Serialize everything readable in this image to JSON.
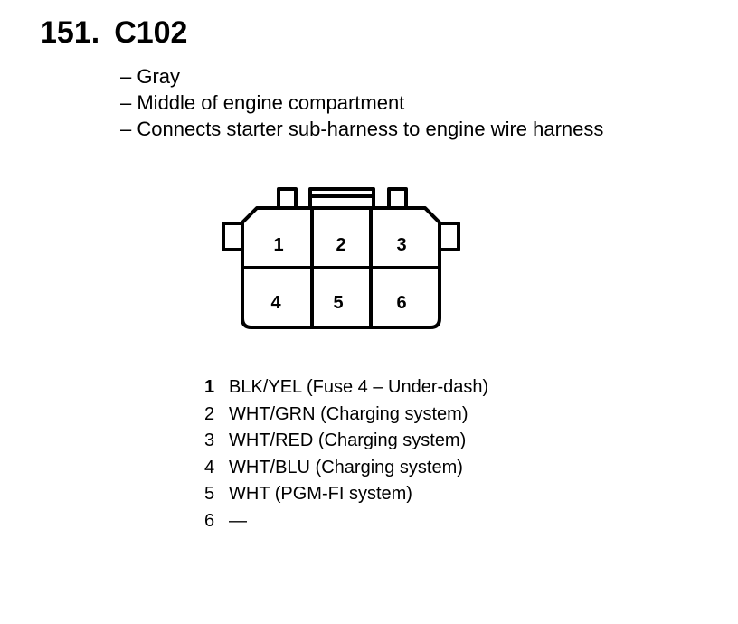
{
  "heading": {
    "number": "151.",
    "connector_id": "C102"
  },
  "details": [
    "Gray",
    "Middle of engine compartment",
    "Connects starter sub-harness to engine wire harness"
  ],
  "cavities": [
    "1",
    "2",
    "3",
    "4",
    "5",
    "6"
  ],
  "pinouts": [
    {
      "pin": "1",
      "wire": "BLK/YEL (Fuse 4 – Under-dash)"
    },
    {
      "pin": "2",
      "wire": "WHT/GRN (Charging system)"
    },
    {
      "pin": "3",
      "wire": "WHT/RED (Charging system)"
    },
    {
      "pin": "4",
      "wire": "WHT/BLU (Charging system)"
    },
    {
      "pin": "5",
      "wire": "WHT (PGM-FI system)"
    },
    {
      "pin": "6",
      "wire": "—"
    }
  ]
}
